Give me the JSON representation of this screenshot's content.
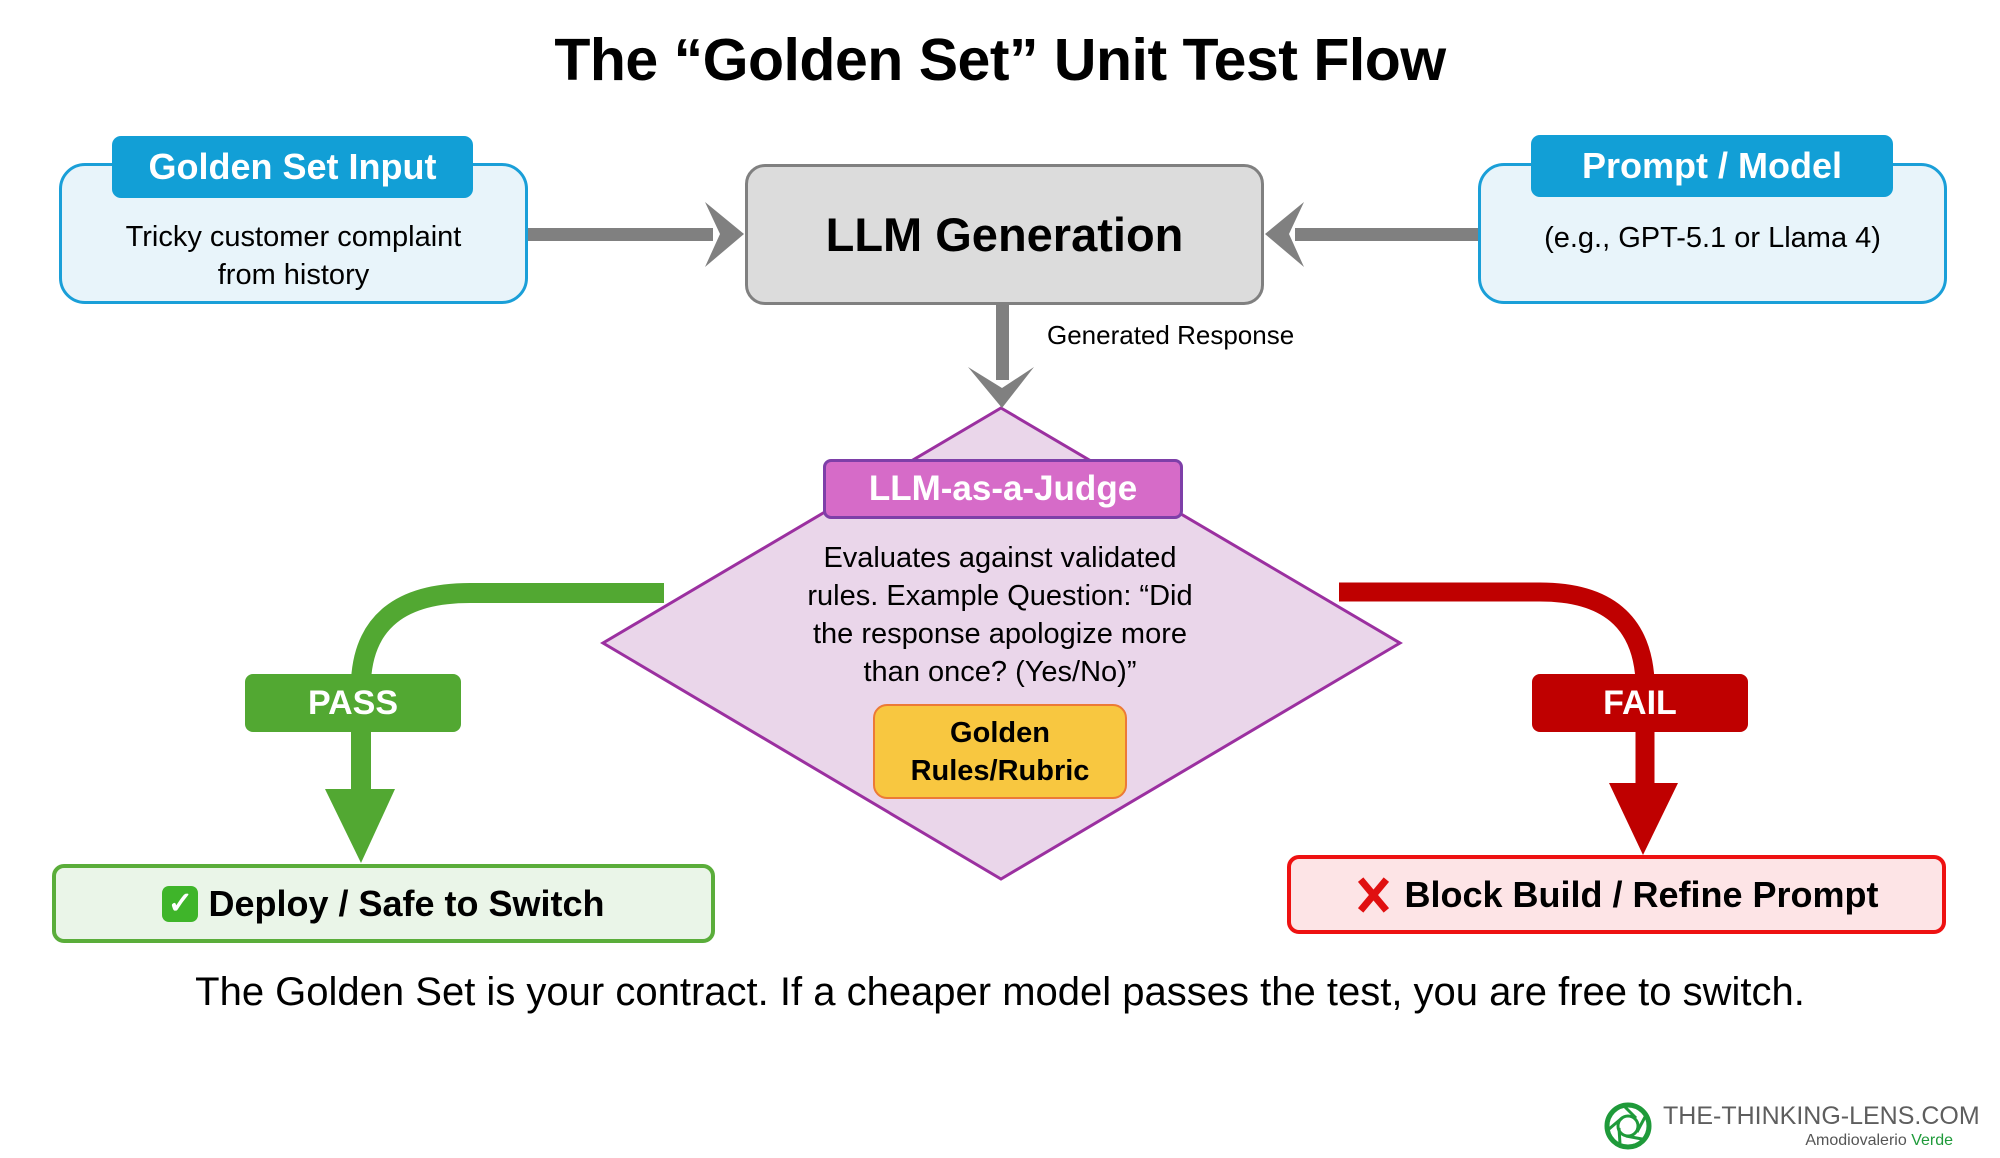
{
  "title": "The “Golden Set” Unit Test Flow",
  "nodes": {
    "golden_set_input": {
      "tab": "Golden Set Input",
      "lines": [
        "Tricky customer complaint",
        "from history"
      ]
    },
    "prompt_model": {
      "tab": "Prompt / Model",
      "lines": [
        "(e.g., GPT-5.1 or Llama 4)"
      ]
    },
    "llm_generation": {
      "label": "LLM Generation"
    },
    "judge": {
      "tab": "LLM-as-a-Judge",
      "lines": [
        "Evaluates against validated",
        "rules. Example Question: “Did",
        "the response apologize more",
        "than once? (Yes/No)”"
      ],
      "rubric_lines": [
        "Golden",
        "Rules/Rubric"
      ]
    },
    "deploy": {
      "icon": "check-mark-icon",
      "label": "Deploy / Safe to Switch"
    },
    "block": {
      "icon": "cross-mark-icon",
      "label": "Block Build / Refine Prompt"
    }
  },
  "edges": {
    "generated_response": "Generated Response",
    "pass": "PASS",
    "fail": "FAIL"
  },
  "caption": "The Golden Set is your contract. If a cheaper model passes the test, you are free to switch.",
  "branding": {
    "site": "THE-THINKING-LENS.COM",
    "author_first": "Amodiovalerio",
    "author_last": "Verde"
  },
  "colors": {
    "input_blue": "#129fd6",
    "input_fill": "#e8f4fa",
    "arrow_gray": "#808080",
    "judge_magenta": "#d66bc8",
    "diamond_fill": "#ead6ea",
    "diamond_stroke": "#9b30a0",
    "rubric_yellow": "#f8c740",
    "pass_green": "#52a832",
    "fail_red": "#bf0000",
    "brand_green": "#1f9a3a"
  }
}
